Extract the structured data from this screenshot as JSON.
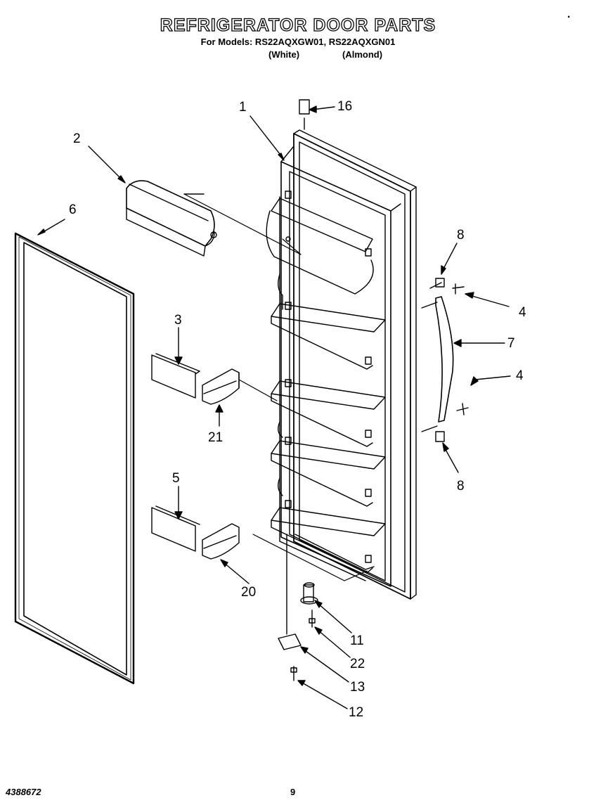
{
  "header": {
    "title": "REFRIGERATOR DOOR PARTS",
    "models_line": "For Models: RS22AQXGW01, RS22AQXGN01",
    "color_white": "(White)",
    "color_almond": "(Almond)"
  },
  "callouts": {
    "c1": "1",
    "c2": "2",
    "c3": "3",
    "c4a": "4",
    "c4b": "4",
    "c5": "5",
    "c6": "6",
    "c7": "7",
    "c8a": "8",
    "c8b": "8",
    "c11": "11",
    "c12": "12",
    "c13": "13",
    "c16": "16",
    "c20": "20",
    "c21": "21",
    "c22": "22"
  },
  "footer": {
    "doc_number": "4388672",
    "page_number": "9"
  }
}
